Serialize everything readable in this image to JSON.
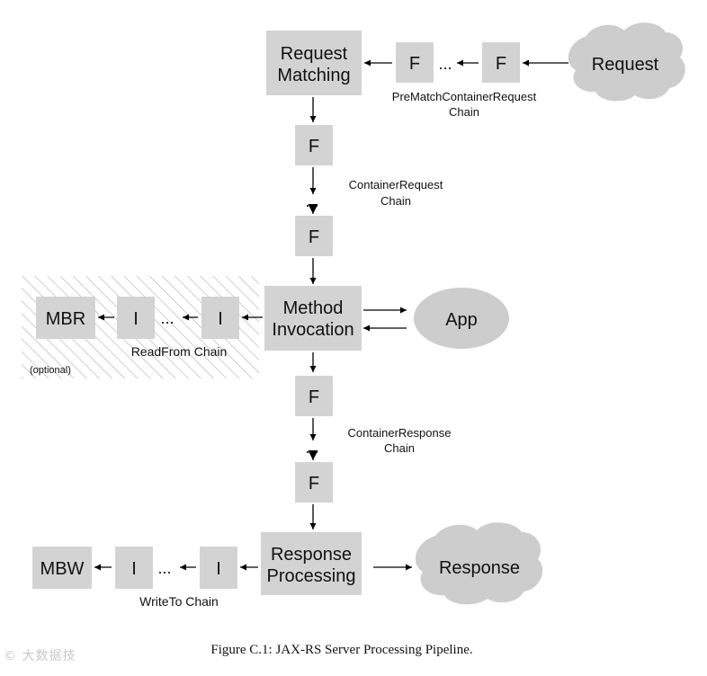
{
  "labels": {
    "request_matching": [
      "Request",
      "Matching"
    ],
    "method_invocation": [
      "Method",
      "Invocation"
    ],
    "response_processing": [
      "Response",
      "Processing"
    ],
    "filter": "F",
    "interceptor": "I",
    "ellipsis": "...",
    "mbr": "MBR",
    "mbw": "MBW",
    "app": "App",
    "request_cloud": "Request",
    "response_cloud": "Response",
    "prematch_chain": [
      "PreMatchContainerRequest",
      "Chain"
    ],
    "container_request_chain": [
      "ContainerRequest",
      "Chain"
    ],
    "container_response_chain": [
      "ContainerResponse",
      "Chain"
    ],
    "readfrom_chain": "ReadFrom Chain",
    "writeto_chain": "WriteTo Chain",
    "optional": "(optional)"
  },
  "caption": "Figure C.1: JAX-RS Server Processing Pipeline.",
  "watermark": "© 大数据技",
  "colors": {
    "box_fill": "#d3d3d3",
    "cloud_fill": "#cdcdcd",
    "hatch": "#b5b5b5",
    "arrow": "#000000",
    "text": "#111111"
  }
}
